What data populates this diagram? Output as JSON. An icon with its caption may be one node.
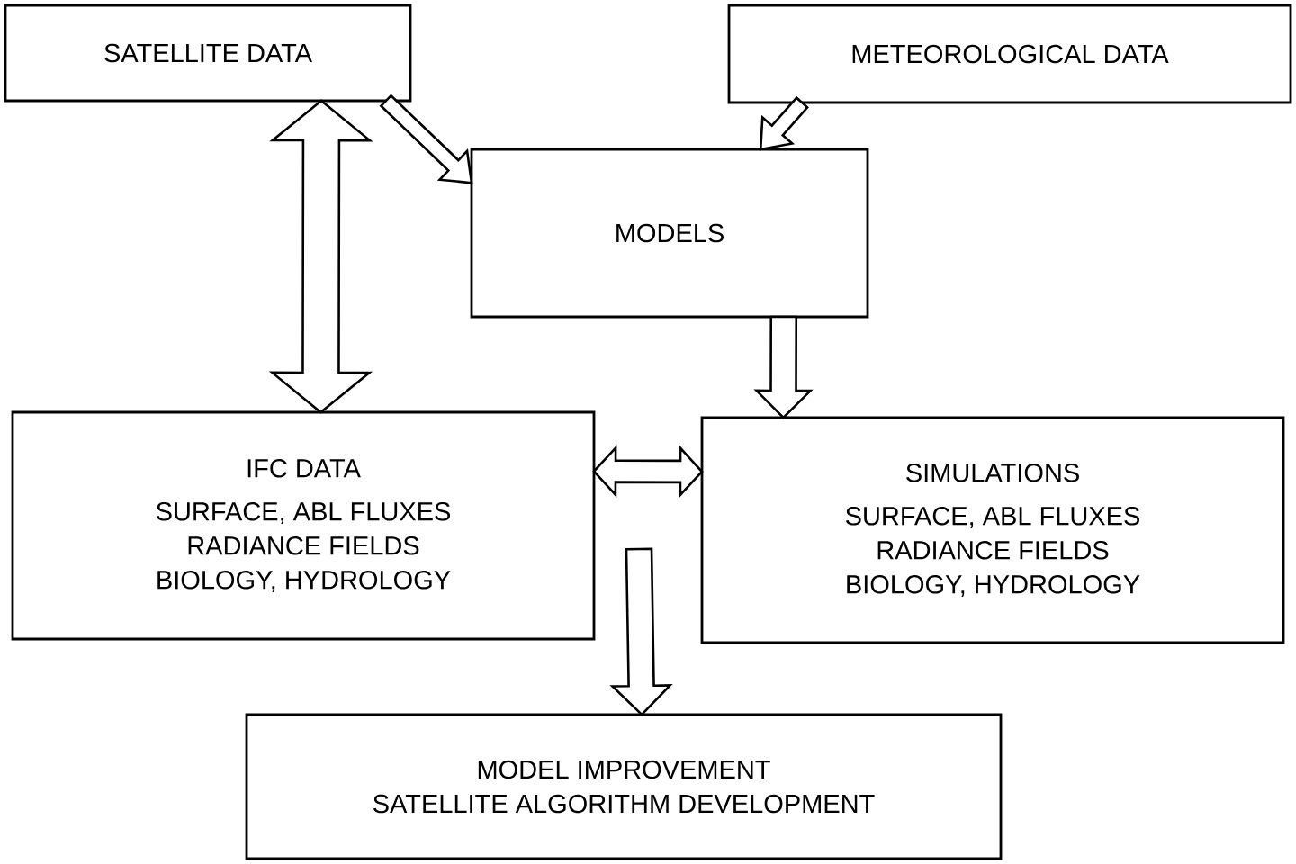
{
  "diagram": {
    "nodes": [
      {
        "text": [
          "SATELLITE DATA"
        ]
      },
      {
        "text": [
          "METEOROLOGICAL DATA"
        ]
      },
      {
        "text": [
          "MODELS"
        ]
      },
      {
        "text": [
          "IFC DATA",
          "SURFACE, ABL FLUXES",
          "RADIANCE FIELDS",
          "BIOLOGY, HYDROLOGY"
        ]
      },
      {
        "text": [
          "SIMULATIONS",
          "SURFACE, ABL FLUXES",
          "RADIANCE FIELDS",
          "BIOLOGY, HYDROLOGY"
        ]
      },
      {
        "text": [
          "MODEL IMPROVEMENT",
          "SATELLITE ALGORITHM DEVELOPMENT"
        ]
      }
    ],
    "edges": [
      {
        "from": 0,
        "to": 3,
        "arrow": "both"
      },
      {
        "from": 0,
        "to": 2,
        "arrow": "to"
      },
      {
        "from": 1,
        "to": 2,
        "arrow": "to"
      },
      {
        "from": 2,
        "to": 4,
        "arrow": "to"
      },
      {
        "from": 3,
        "to": 4,
        "arrow": "both"
      },
      {
        "from": null,
        "to": 5,
        "arrow": "to"
      }
    ]
  }
}
